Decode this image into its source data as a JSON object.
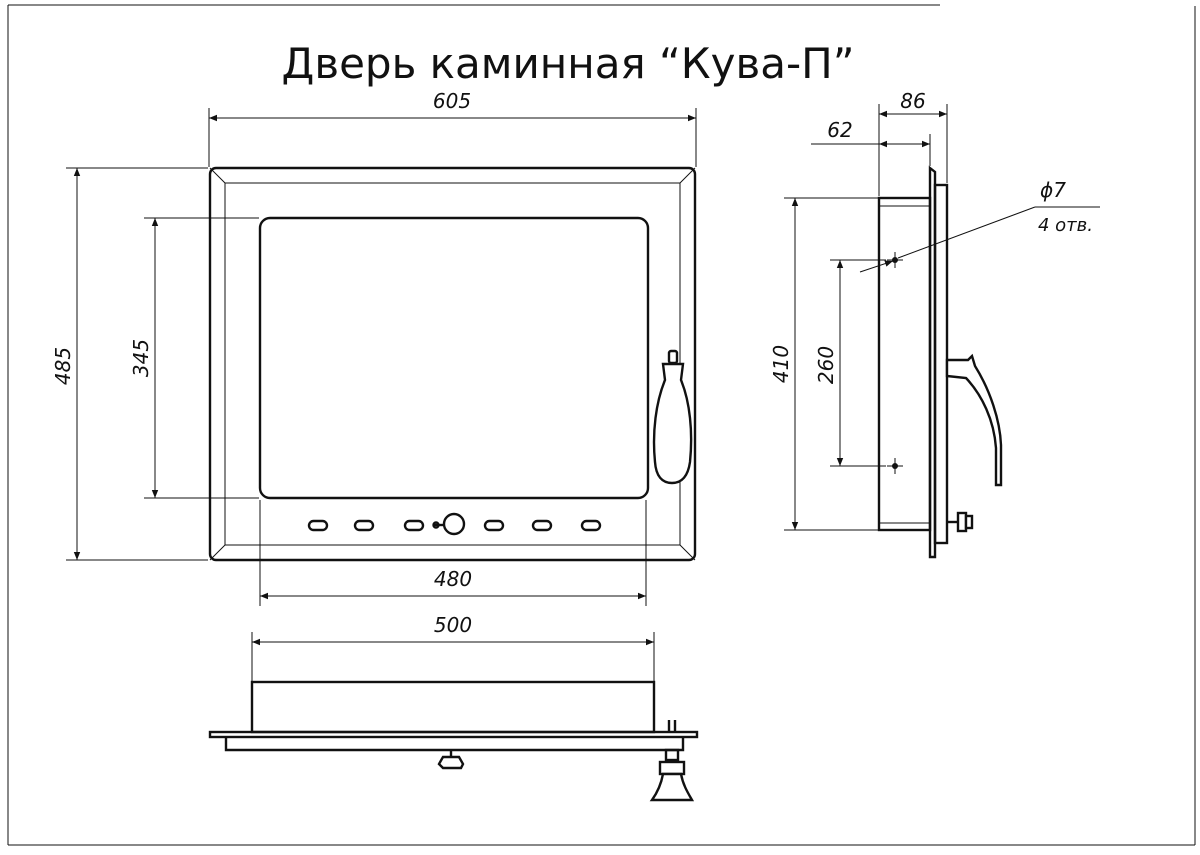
{
  "title": "Дверь каминная “Кува-П”",
  "dimensions": {
    "width_overall": "605",
    "height_overall": "485",
    "glass_height": "345",
    "inner_width": "480",
    "body_width": "500",
    "depth_total": "86",
    "depth_body": "62",
    "side_height": "410",
    "hole_spacing": "260"
  },
  "holes_note": {
    "diameter": "ϕ7",
    "count": "4 отв."
  },
  "colors": {
    "line": "#111111",
    "background": "#ffffff"
  }
}
